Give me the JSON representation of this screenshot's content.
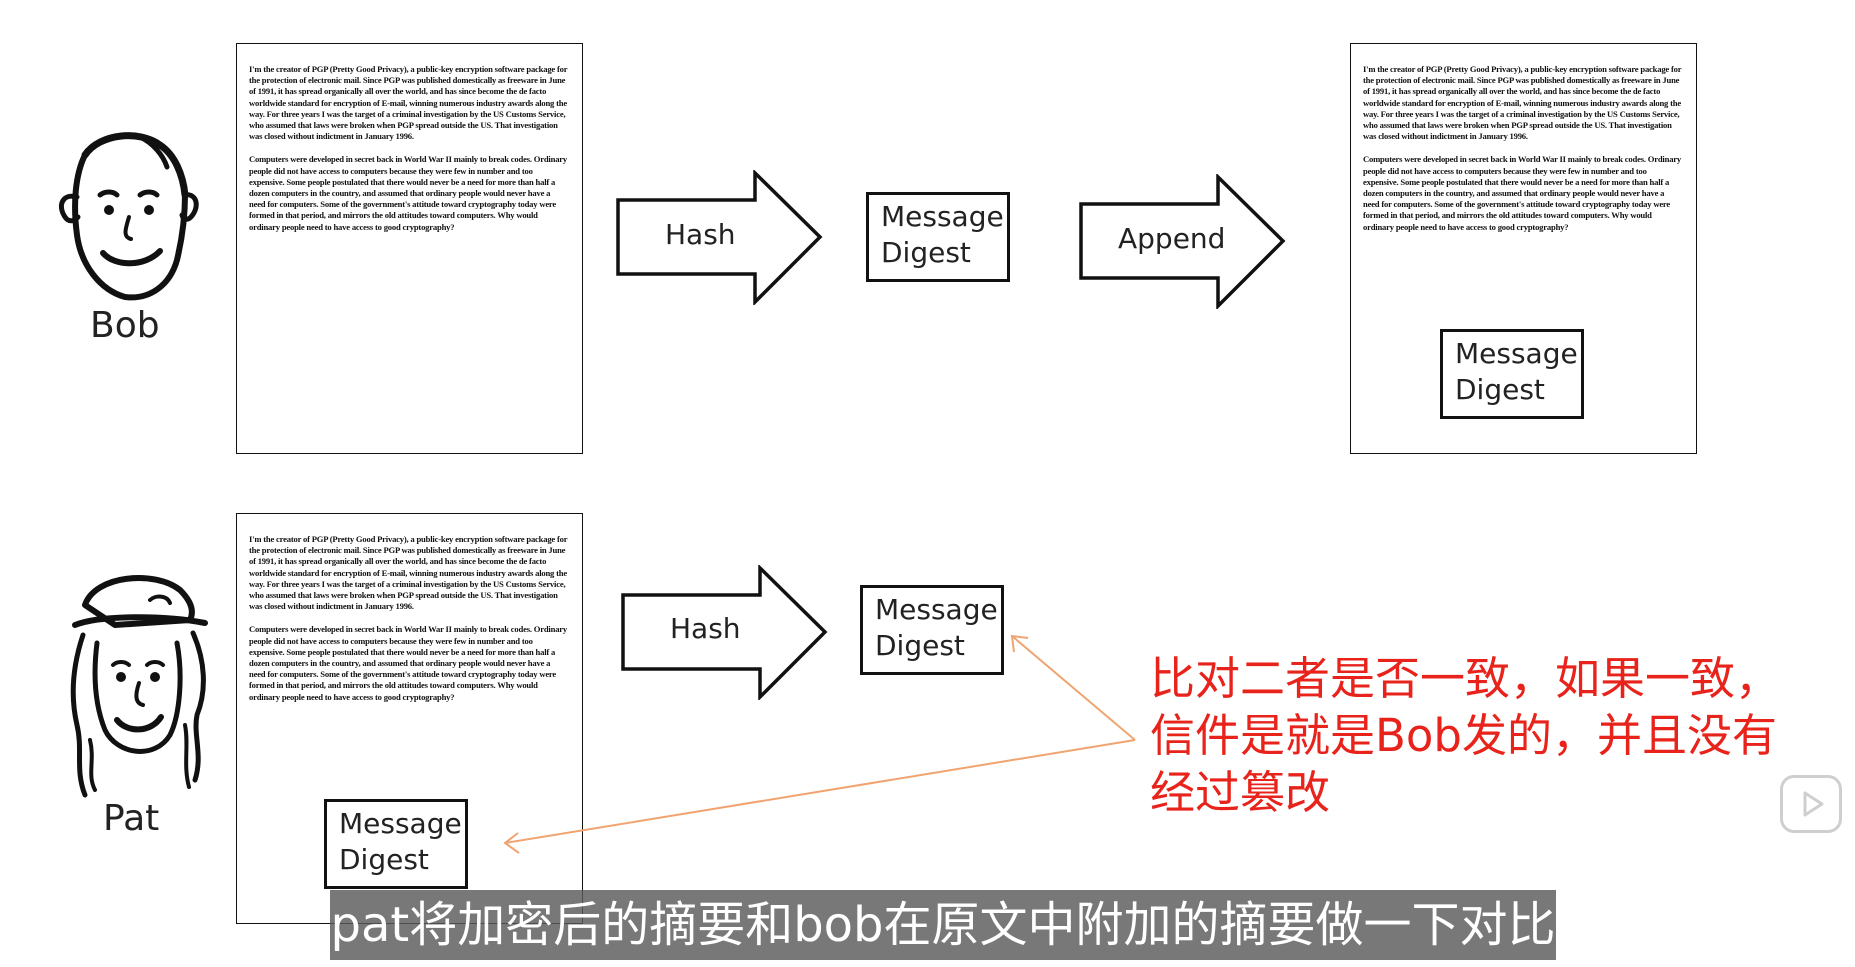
{
  "document_text": {
    "p1": "I'm the creator of PGP (Pretty Good Privacy), a public-key encryption software package for the protection of electronic mail. Since PGP was published domestically as freeware in June of 1991, it has spread organically all over the world, and has since become the de facto worldwide standard for encryption of E-mail, winning numerous industry awards along the way. For three years I was the target of a criminal investigation by the US Customs Service, who assumed that laws were broken when PGP spread outside the US. That investigation was closed without indictment in January 1996.",
    "p2": "Computers were developed in secret back in World War II mainly to break codes. Ordinary people did not have access to computers because they were few in number and too expensive. Some people postulated that there would never be a need for more than half a dozen computers in the country, and assumed that ordinary people would never have a need for computers. Some of the government's attitude toward cryptography today were formed in that period, and mirrors the old attitudes toward computers. Why would ordinary people need to have access to good cryptography?"
  },
  "bob": {
    "name": "Bob"
  },
  "pat": {
    "name": "Pat"
  },
  "arrows": {
    "hash_top": "Hash",
    "append": "Append",
    "hash_bottom": "Hash"
  },
  "digest": {
    "line1": "Message",
    "line2": "Digest"
  },
  "note": "比对二者是否一致，如果一致，信件是就是Bob发的，并且没有经过篡改",
  "subtitle": "pat将加密后的摘要和bob在原文中附加的摘要做一下对比",
  "colors": {
    "note": "#e8231b",
    "connector": "#f0a470",
    "subtitle_bg": "#5a5a5a"
  }
}
